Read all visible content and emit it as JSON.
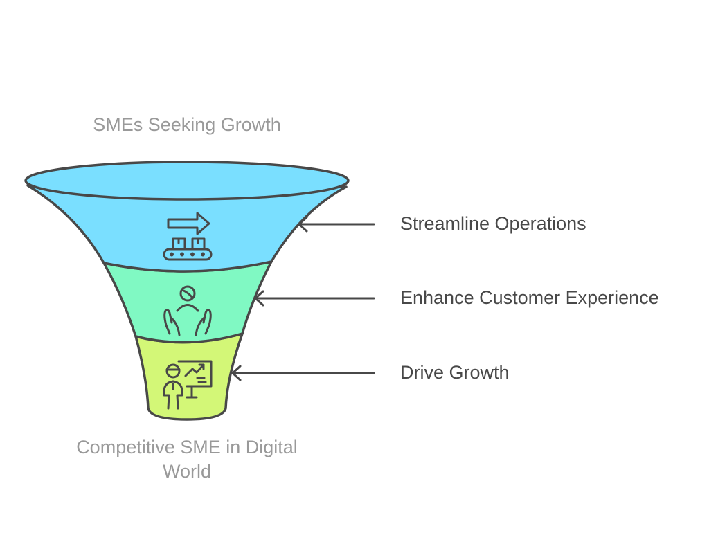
{
  "diagram": {
    "type": "funnel",
    "top_label": "SMEs Seeking Growth",
    "bottom_label": "Competitive SME in Digital World",
    "colors": {
      "outline": "#484848",
      "stage_1": "#7ADFFF",
      "stage_2": "#80F9C3",
      "stage_3": "#D3F777",
      "label_text": "#484848",
      "title_text": "#999999"
    },
    "stages": [
      {
        "label": "Streamline Operations",
        "icon": "conveyor-belt-icon"
      },
      {
        "label": "Enhance Customer Experience",
        "icon": "customer-care-hands-icon"
      },
      {
        "label": "Drive Growth",
        "icon": "presenter-growth-chart-icon"
      }
    ]
  }
}
